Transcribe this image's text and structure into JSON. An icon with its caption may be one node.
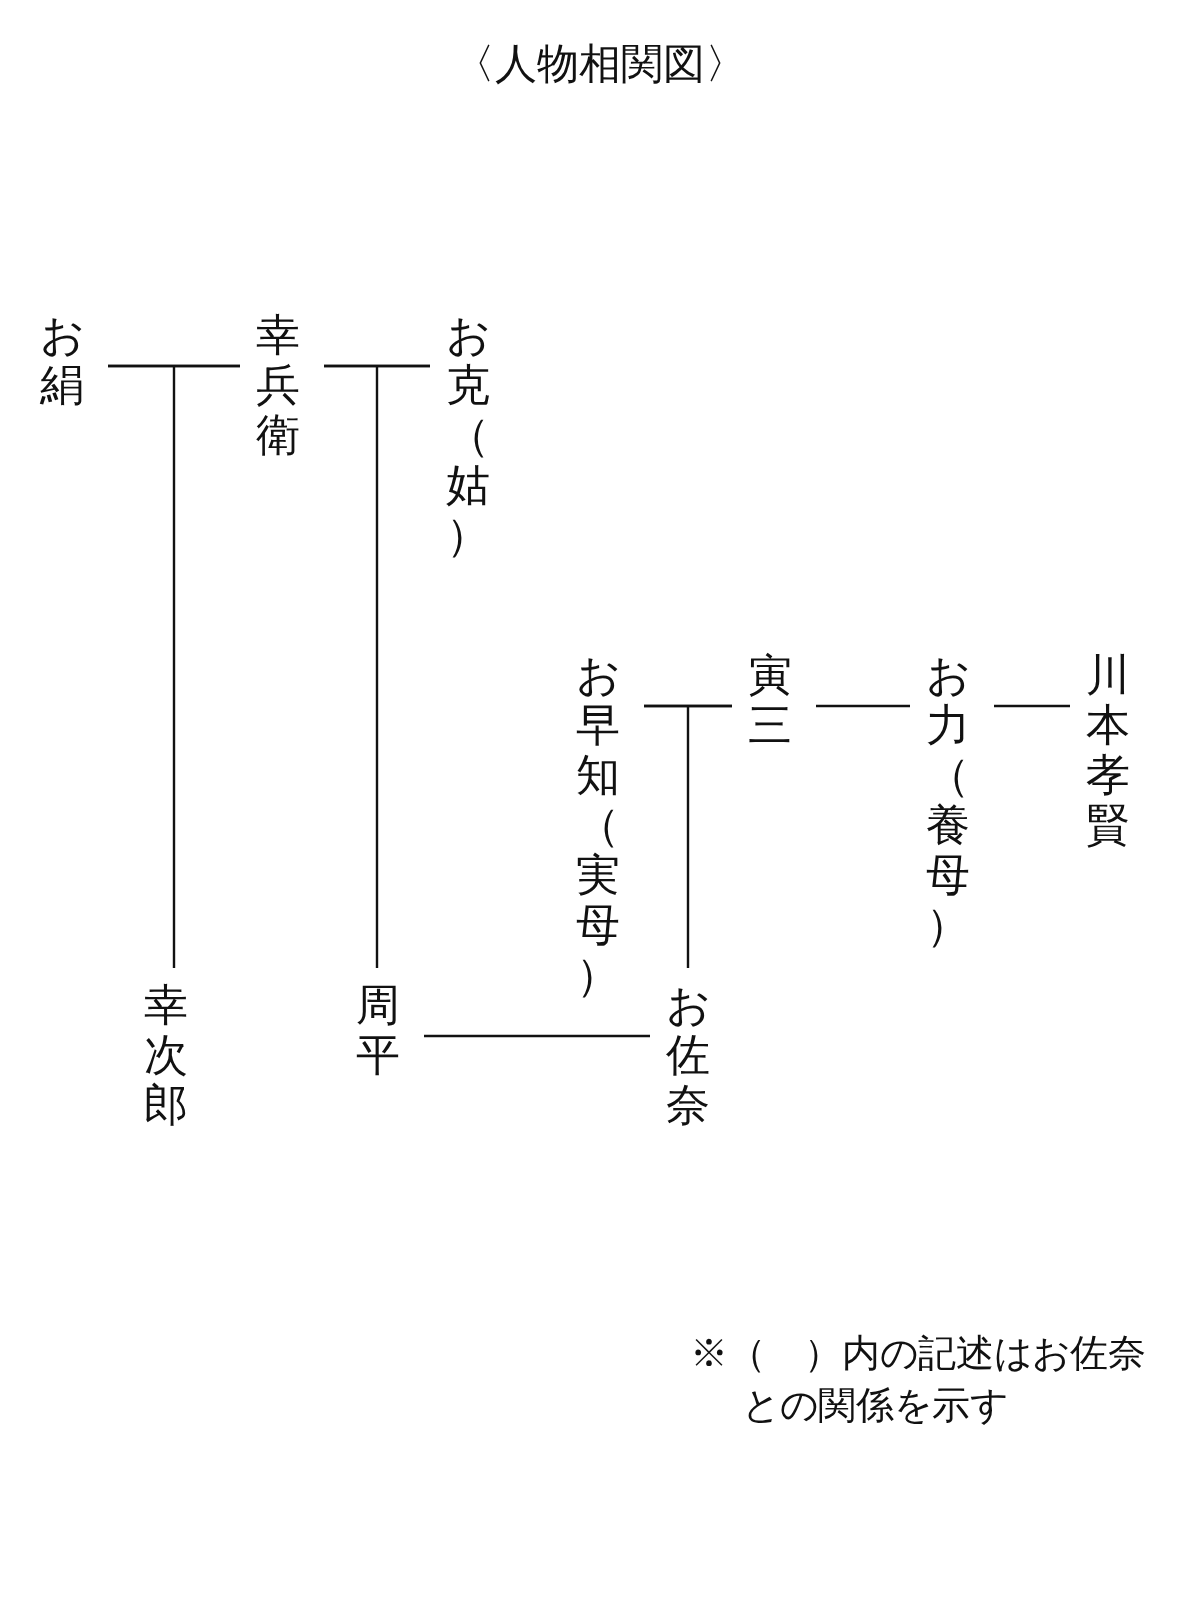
{
  "diagram": {
    "title": "〈人物相関図〉",
    "nodes": [
      {
        "text": [
          "お絹"
        ]
      },
      {
        "text": [
          "幸兵衛"
        ]
      },
      {
        "text": [
          "お克（姑）"
        ]
      },
      {
        "text": [
          "お早知（実母）"
        ]
      },
      {
        "text": [
          "寅三"
        ]
      },
      {
        "text": [
          "お力（養母）"
        ]
      },
      {
        "text": [
          "川本孝賢"
        ]
      },
      {
        "text": [
          "幸次郎"
        ]
      },
      {
        "text": [
          "周平"
        ]
      },
      {
        "text": [
          "お佐奈"
        ]
      }
    ],
    "edges": [
      {
        "from": 0,
        "to": 1,
        "arrow": "none"
      },
      {
        "from": 1,
        "to": 2,
        "arrow": "none"
      },
      {
        "from": 0,
        "to": 7,
        "arrow": "none"
      },
      {
        "from": 1,
        "to": 7,
        "arrow": "none"
      },
      {
        "from": 1,
        "to": 8,
        "arrow": "none"
      },
      {
        "from": 2,
        "to": 8,
        "arrow": "none"
      },
      {
        "from": 3,
        "to": 4,
        "arrow": "none"
      },
      {
        "from": 4,
        "to": 5,
        "arrow": "none"
      },
      {
        "from": 5,
        "to": 6,
        "arrow": "none"
      },
      {
        "from": 3,
        "to": 9,
        "arrow": "none"
      },
      {
        "from": 4,
        "to": 9,
        "arrow": "none"
      },
      {
        "from": 8,
        "to": 9,
        "arrow": "none"
      }
    ],
    "labels": [
      "※（　）内の記述はお佐奈との関係を示す"
    ]
  }
}
